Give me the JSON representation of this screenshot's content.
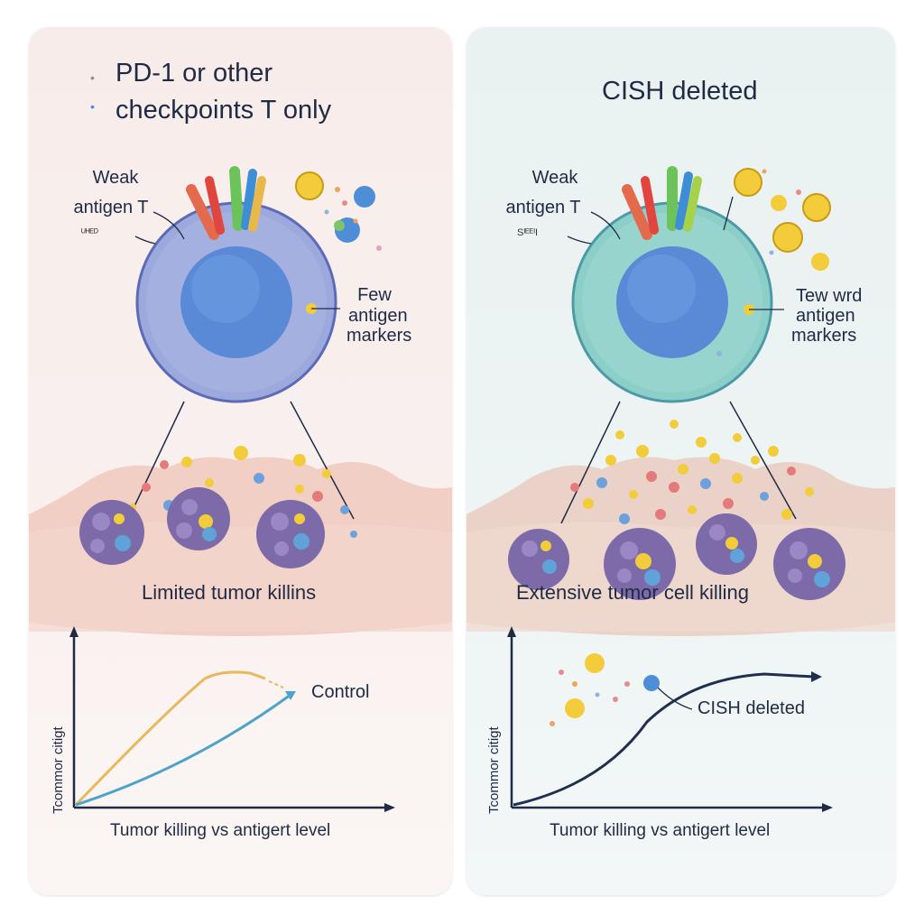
{
  "left_panel": {
    "title_line1": "PD-1 or other",
    "title_line2": "checkpoints T only",
    "weak_line1": "Weak",
    "weak_line2": "antigen T",
    "small_label": "ᵁᴴᴱᴰ",
    "few_line1": "Few",
    "few_line2": "antigen",
    "few_line3": "markers",
    "caption": "Limited tumor killins",
    "graph": {
      "y_label": "Tcommor citigt",
      "x_label": "Tumor killing vs antigert level",
      "legend": "Control"
    }
  },
  "right_panel": {
    "title": "CISH deleted",
    "weak_line1": "Weak",
    "weak_line2": "antigen T",
    "small_label": "SᴵᴱᴱᴵI",
    "few_line1": "Tew wrd",
    "few_line2": "antigen",
    "few_line3": "markers",
    "caption": "Extensive tumor cell killing",
    "graph": {
      "y_label": "Tcommor citigt",
      "x_label": "Tumor killing vs antigert level",
      "legend": "CISH deleted"
    }
  },
  "colors": {
    "left_cell": "#9ba9dc",
    "right_cell": "#8ccfc9",
    "nucleus": "#5a8ad6",
    "tumor": "#7d6aa8",
    "control_curve": "#e8b85a",
    "blue_curve": "#4ea3c9",
    "cish_curve": "#1f2f4f"
  }
}
